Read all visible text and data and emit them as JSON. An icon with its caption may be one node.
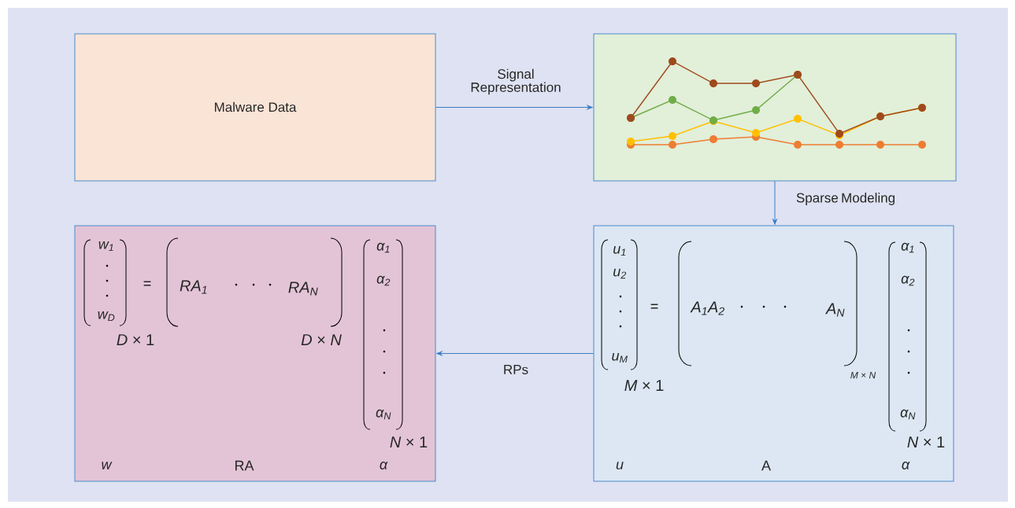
{
  "diagram": {
    "nodes": [
      {
        "text": [
          "Malware Data"
        ]
      },
      {
        "text": [],
        "shape": "picture"
      },
      {
        "text": [
          "w$_{1}$",
          "w$_{D}$",
          "=",
          "RA$_{1}$",
          "RA$_{N}$",
          "*D* × 1",
          "*D* × *N*",
          "α$_{1}$",
          "α$_{2}$",
          "α$_{N}$",
          "*N* × 1",
          "w",
          "RA",
          "α"
        ]
      },
      {
        "text": [
          "u$_{1}$",
          "u$_{2}$",
          "u$_{M}$",
          "=",
          "A$_{1}$A$_{2}$",
          "A$_{N}$",
          "*M* × 1",
          "*M* × *N*",
          "α$_{1}$",
          "α$_{2}$",
          "α$_{N}$",
          "*N* × 1",
          "u",
          "A",
          "α"
        ]
      }
    ],
    "edges": [
      {
        "from": 0,
        "to": 1,
        "arrow": "to",
        "label": "Signal Representation"
      },
      {
        "from": 1,
        "to": 3,
        "arrow": "to",
        "label": "Sparse Modeling"
      },
      {
        "from": 3,
        "to": 2,
        "arrow": "to",
        "label": "RPs"
      }
    ]
  }
}
